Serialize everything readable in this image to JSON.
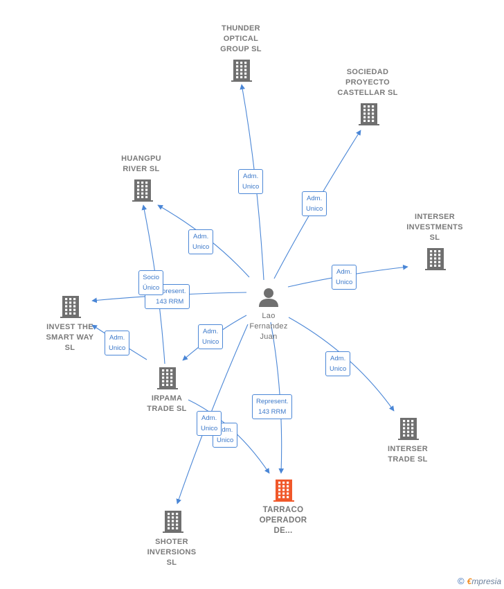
{
  "center": {
    "lines": [
      "Lao",
      "Fernandez",
      "Juan"
    ]
  },
  "companies": [
    {
      "id": "thunder",
      "lines": [
        "THUNDER",
        "OPTICAL",
        "GROUP  SL"
      ],
      "main": false
    },
    {
      "id": "sociedad",
      "lines": [
        "SOCIEDAD",
        "PROYECTO",
        "CASTELLAR SL"
      ],
      "main": false
    },
    {
      "id": "huangpu",
      "lines": [
        "HUANGPU",
        "RIVER  SL"
      ],
      "main": false
    },
    {
      "id": "interser-inv",
      "lines": [
        "INTERSER",
        "INVESTMENTS",
        "SL"
      ],
      "main": false
    },
    {
      "id": "invest",
      "lines": [
        "INVEST THE",
        "SMART WAY",
        "SL"
      ],
      "main": false
    },
    {
      "id": "irpama",
      "lines": [
        "IRPAMA",
        "TRADE  SL"
      ],
      "main": false
    },
    {
      "id": "interser-trade",
      "lines": [
        "INTERSER",
        "TRADE  SL"
      ],
      "main": false
    },
    {
      "id": "tarraco",
      "lines": [
        "TARRACO",
        "OPERADOR",
        "DE..."
      ],
      "main": true
    },
    {
      "id": "shoter",
      "lines": [
        "SHOTER",
        "INVERSIONS",
        "SL"
      ],
      "main": false
    }
  ],
  "edge_labels": [
    {
      "id": "e-thunder",
      "lines": [
        "Adm.",
        "Unico"
      ]
    },
    {
      "id": "e-sociedad",
      "lines": [
        "Adm.",
        "Unico"
      ]
    },
    {
      "id": "e-huangpu",
      "lines": [
        "Adm.",
        "Unico"
      ]
    },
    {
      "id": "e-interser-inv",
      "lines": [
        "Adm.",
        "Unico"
      ]
    },
    {
      "id": "e-represent-invest",
      "lines": [
        "Represent.",
        "143 RRM"
      ]
    },
    {
      "id": "e-socio",
      "lines": [
        "Socio",
        "Único"
      ]
    },
    {
      "id": "e-irpama",
      "lines": [
        "Adm.",
        "Unico"
      ]
    },
    {
      "id": "e-invest-irpama",
      "lines": [
        "Adm.",
        "Unico"
      ]
    },
    {
      "id": "e-interser-trade",
      "lines": [
        "Adm.",
        "Unico"
      ]
    },
    {
      "id": "e-tarraco-represent",
      "lines": [
        "Represent.",
        "143 RRM"
      ]
    },
    {
      "id": "e-irpama-tarraco",
      "lines": [
        "Adm.",
        "Unico"
      ]
    },
    {
      "id": "e-shoter",
      "lines": [
        "Adm.",
        "Unico"
      ]
    }
  ],
  "footer": {
    "copyright": "©",
    "brand_initial": "€",
    "brand_rest": "mpresia"
  },
  "colors": {
    "edge": "#4a86d6",
    "building": "#6f6f6f",
    "building_main": "#f0582a",
    "person": "#6f6f6f"
  }
}
